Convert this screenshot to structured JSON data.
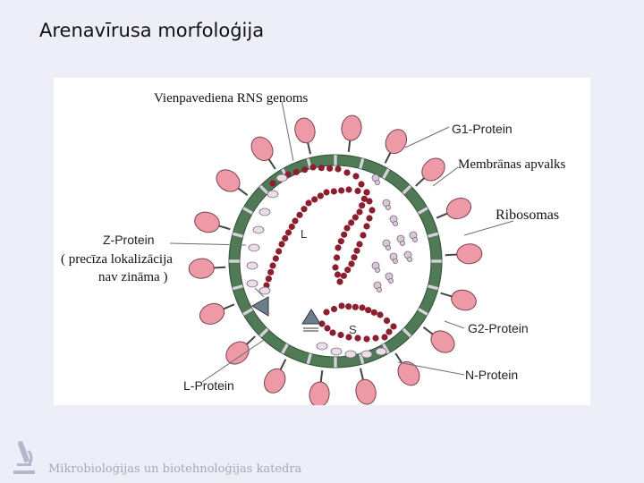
{
  "slide": {
    "title": "Arenavīrusa morfoloģija"
  },
  "diagram": {
    "labels": {
      "genome": "Vienpavediena RNS genoms",
      "g1": "G1-Protein",
      "membrane": "Membrānas apvalks",
      "ribosomes": "Ribosomas",
      "z_protein": "Z-Protein",
      "z_note_line1": "( precīza lokalizācija",
      "z_note_line2": "nav zināma )",
      "l_segment": "L",
      "s_segment": "S",
      "g2": "G2-Protein",
      "l_protein": "L-Protein",
      "n_protein": "N-Protein"
    },
    "colors": {
      "membrane": "#4f7a55",
      "spike": "#ee9aa6",
      "rna": "#8b1f30",
      "protein": "#6a7f8a",
      "ribosome": "#d7c7d7"
    }
  },
  "footer": {
    "department": "Mikrobioloģijas un biotehnoloģijas katedra",
    "logo_icon": "microscope-icon"
  }
}
